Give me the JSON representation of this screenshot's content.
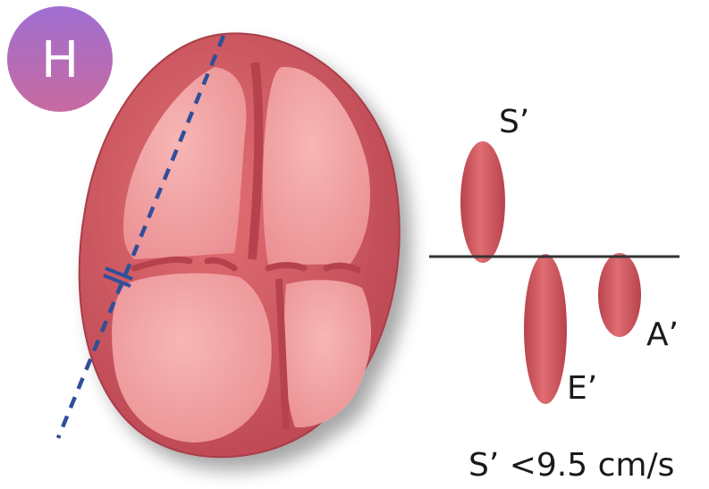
{
  "panel": {
    "letter": "H",
    "badge_gradient": [
      "#9b6fd0",
      "#c46aa6"
    ]
  },
  "heart": {
    "outline_color": "#c25560",
    "chamber_color": "#f0a5a7",
    "scan_line_color": "#2f4f9a",
    "scan_line_style": "dashed"
  },
  "tissue_doppler": {
    "wave_color": "#c9535a",
    "baseline_color": "#333333",
    "labels": {
      "s_prime": "S’",
      "e_prime": "E’",
      "a_prime": "A’"
    }
  },
  "criterion": "S’ <9.5 cm/s"
}
